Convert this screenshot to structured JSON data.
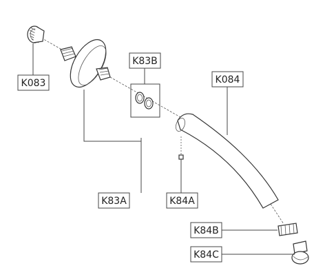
{
  "diagram": {
    "labels": {
      "k083": "K083",
      "k83b": "K83B",
      "k084": "K084",
      "k83a": "K83A",
      "k84a": "K84A",
      "k84b": "K84B",
      "k84c": "K84C"
    }
  }
}
